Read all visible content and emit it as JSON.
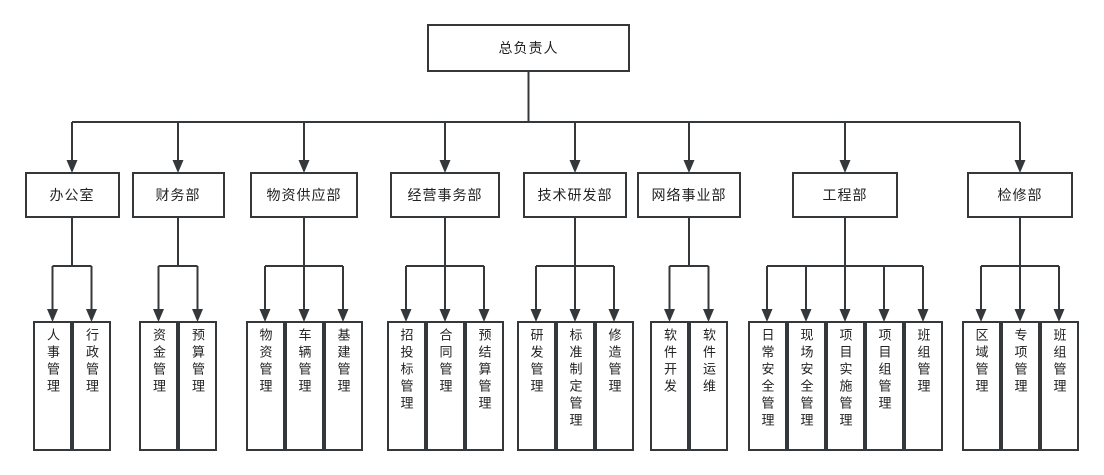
{
  "chart": {
    "type": "org-chart",
    "root": {
      "label": "总负责人"
    },
    "departments": [
      {
        "label": "办公室",
        "children": [
          "人事管理",
          "行政管理"
        ]
      },
      {
        "label": "财务部",
        "children": [
          "资金管理",
          "预算管理"
        ]
      },
      {
        "label": "物资供应部",
        "children": [
          "物资管理",
          "车辆管理",
          "基建管理"
        ]
      },
      {
        "label": "经营事务部",
        "children": [
          "招投标管理",
          "合同管理",
          "预结算管理"
        ]
      },
      {
        "label": "技术研发部",
        "children": [
          "研发管理",
          "标准制定管理",
          "修造管理"
        ]
      },
      {
        "label": "网络事业部",
        "children": [
          "软件开发",
          "软件运维"
        ]
      },
      {
        "label": "工程部",
        "children": [
          "日常安全管理",
          "现场安全管理",
          "项目实施管理",
          "项目组管理",
          "班组管理"
        ]
      },
      {
        "label": "检修部",
        "children": [
          "区域管理",
          "专项管理",
          "班组管理"
        ]
      }
    ],
    "colors": {
      "line": "#35383b",
      "box_border": "#35383b",
      "box_background": "#ffffff",
      "text": "#222222",
      "background": "#ffffff"
    }
  }
}
